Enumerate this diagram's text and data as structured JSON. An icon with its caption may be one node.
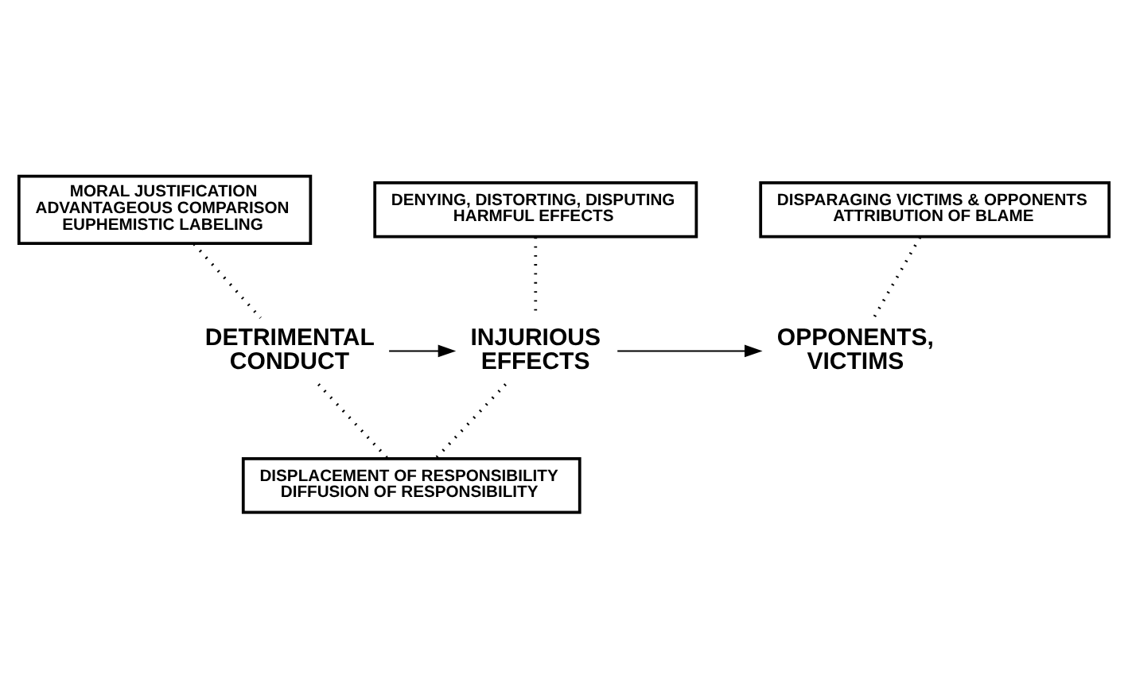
{
  "diagram": {
    "nodes": [
      {
        "text": [
          "MORAL JUSTIFICATION",
          "ADVANTAGEOUS COMPARISON",
          "EUPHEMISTIC LABELING"
        ]
      },
      {
        "text": [
          "DENYING, DISTORTING, DISPUTING",
          "HARMFUL EFFECTS"
        ]
      },
      {
        "text": [
          "DISPARAGING VICTIMS & OPPONENTS",
          "ATTRIBUTION OF BLAME"
        ]
      },
      {
        "text": [
          "DETRIMENTAL CONDUCT"
        ]
      },
      {
        "text": [
          "INJURIOUS EFFECTS"
        ]
      },
      {
        "text": [
          "OPPONENTS, VICTIMS"
        ]
      },
      {
        "text": [
          "DISPLACEMENT OF RESPONSIBILITY",
          "DIFFUSION OF RESPONSIBILITY"
        ]
      }
    ],
    "edges": [
      {
        "from": 0,
        "to": 3,
        "arrow": "none",
        "style": "dashed"
      },
      {
        "from": 1,
        "to": 4,
        "arrow": "none",
        "style": "dashed"
      },
      {
        "from": 2,
        "to": 5,
        "arrow": "none",
        "style": "dashed"
      },
      {
        "from": 3,
        "to": 4,
        "arrow": "to"
      },
      {
        "from": 4,
        "to": 5,
        "arrow": "to"
      },
      {
        "from": 3,
        "to": 6,
        "arrow": "none",
        "style": "dashed"
      },
      {
        "from": 4,
        "to": 6,
        "arrow": "none",
        "style": "dashed"
      }
    ]
  }
}
